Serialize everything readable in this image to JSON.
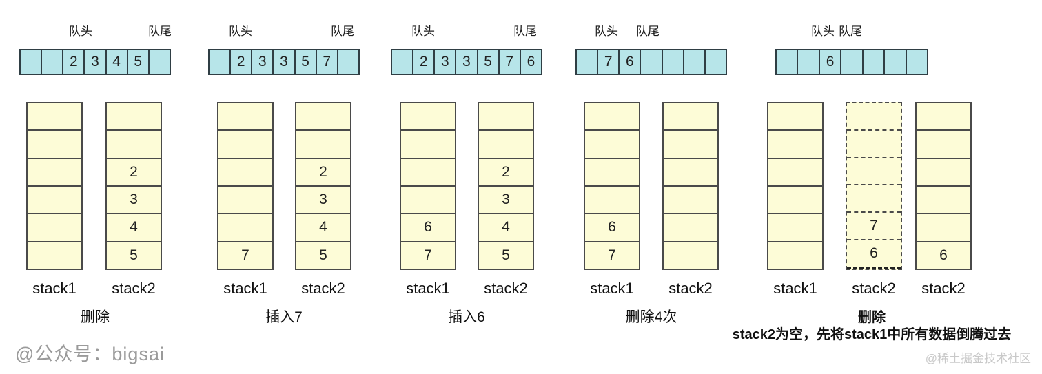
{
  "colors": {
    "queue_fill": "#b7e5e9",
    "queue_border": "#2f3e44",
    "stack_fill": "#fdfcd7",
    "stack_border": "#4a4a4a"
  },
  "watermarks": {
    "left": "@公众号：bigsai",
    "right": "@稀土掘金技术社区"
  },
  "groups": [
    {
      "head_label": "队头",
      "tail_label": "队尾",
      "queue": [
        "",
        "",
        "2",
        "3",
        "4",
        "5",
        ""
      ],
      "stacks": [
        {
          "label": "stack1",
          "cells": [
            "",
            "",
            "",
            "",
            "",
            ""
          ]
        },
        {
          "label": "stack2",
          "cells": [
            "",
            "",
            "2",
            "3",
            "4",
            "5"
          ]
        }
      ],
      "caption": "删除"
    },
    {
      "head_label": "队头",
      "tail_label": "队尾",
      "queue": [
        "",
        "2",
        "3",
        "3",
        "5",
        "7",
        ""
      ],
      "stacks": [
        {
          "label": "stack1",
          "cells": [
            "",
            "",
            "",
            "",
            "",
            "7"
          ]
        },
        {
          "label": "stack2",
          "cells": [
            "",
            "",
            "2",
            "3",
            "4",
            "5"
          ]
        }
      ],
      "caption": "插入7"
    },
    {
      "head_label": "队头",
      "tail_label": "队尾",
      "queue": [
        "",
        "2",
        "3",
        "3",
        "5",
        "7",
        "6"
      ],
      "stacks": [
        {
          "label": "stack1",
          "cells": [
            "",
            "",
            "",
            "",
            "6",
            "7"
          ]
        },
        {
          "label": "stack2",
          "cells": [
            "",
            "",
            "2",
            "3",
            "4",
            "5"
          ]
        }
      ],
      "caption": "插入6"
    },
    {
      "head_label": "队头",
      "tail_label": "队尾",
      "queue": [
        "",
        "7",
        "6",
        "",
        "",
        "",
        ""
      ],
      "stacks": [
        {
          "label": "stack1",
          "cells": [
            "",
            "",
            "",
            "",
            "6",
            "7"
          ]
        },
        {
          "label": "stack2",
          "cells": [
            "",
            "",
            "",
            "",
            "",
            ""
          ]
        }
      ],
      "caption": "删除4次"
    },
    {
      "head_label": "队头",
      "tail_label": "队尾",
      "queue": [
        "",
        "",
        "6",
        "",
        "",
        "",
        ""
      ],
      "stacks": [
        {
          "label": "stack1",
          "cells": [
            "",
            "",
            "",
            "",
            "",
            ""
          ]
        },
        {
          "label": "stack2",
          "cells": [
            "",
            "",
            "",
            "",
            "7",
            "6"
          ],
          "dashed": true
        },
        {
          "label": "stack2",
          "cells": [
            "",
            "",
            "",
            "",
            "",
            "6"
          ]
        }
      ],
      "caption": "删除",
      "caption_line2": "stack2为空，先将stack1中所有数据倒腾过去"
    }
  ]
}
